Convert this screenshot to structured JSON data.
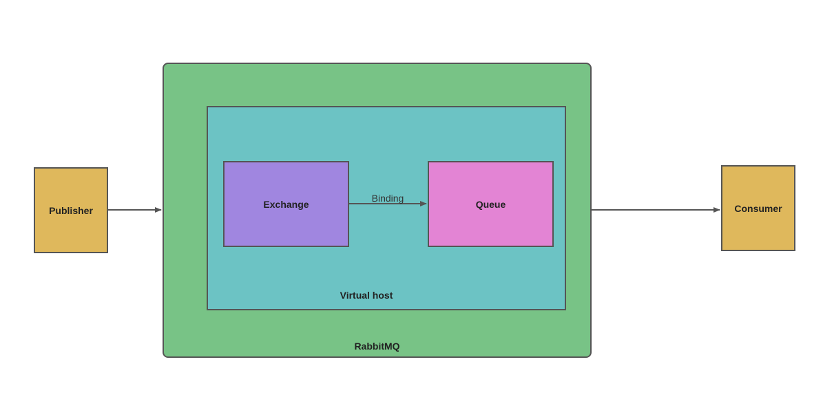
{
  "diagram": {
    "publisher": "Publisher",
    "consumer": "Consumer",
    "exchange": "Exchange",
    "queue": "Queue",
    "binding": "Binding",
    "virtual_host": "Virtual host",
    "rabbitmq": "RabbitMQ"
  },
  "colors": {
    "endpoint": "#dfb85c",
    "rabbitmq": "#78c386",
    "virtual_host": "#6cc3c4",
    "exchange": "#a086e0",
    "queue": "#e384d4",
    "border": "#555555"
  }
}
